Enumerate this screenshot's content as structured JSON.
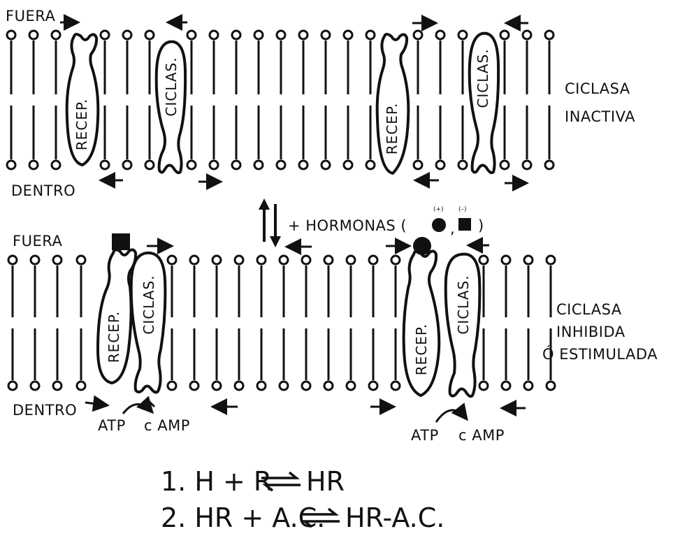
{
  "labels": {
    "top_outside": "FUERA",
    "top_inside": "DENTRO",
    "bottom_outside": "FUERA",
    "bottom_inside": "DENTRO",
    "state_top_line1": "CICLASA",
    "state_top_line2": "INACTIVA",
    "state_bottom_line1": "CICLASA",
    "state_bottom_line2": "INHIBIDA",
    "state_bottom_line3": "Ó ESTIMULADA",
    "receptor": "RECEP.",
    "cyclase": "CICLAS.",
    "hormones_prefix": "+ HORMONAS (",
    "hormones_sep": ",",
    "hormones_suffix": ")",
    "stim_sign": "(+)",
    "inhib_sign": "(–)",
    "atp": "ATP",
    "camp": "c AMP"
  },
  "equations": {
    "eq1_left": "1. H + R",
    "eq1_right": "HR",
    "eq2_left": "2. HR + A.C.",
    "eq2_right": "HR-A.C."
  },
  "colors": {
    "ink": "#111111",
    "background": "#ffffff"
  }
}
